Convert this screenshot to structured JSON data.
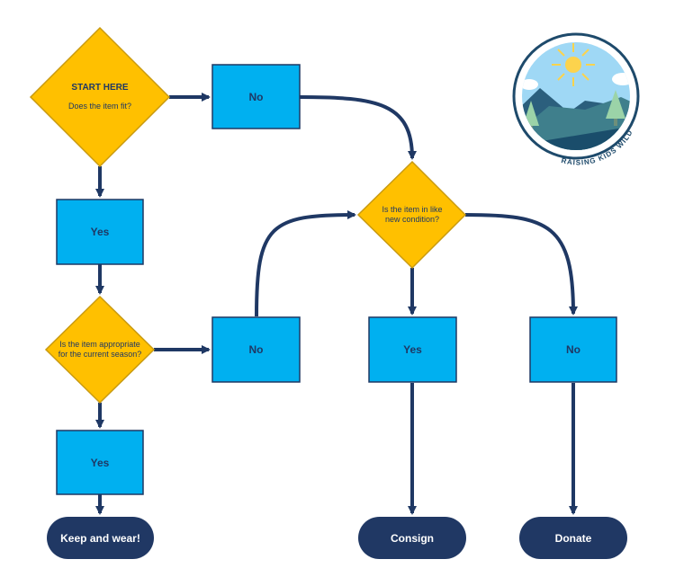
{
  "colors": {
    "decision": "#ffc000",
    "decision_stroke": "#c99a10",
    "process": "#00b0f0",
    "process_stroke": "#1f3864",
    "terminal": "#203864",
    "arrow": "#1f3864",
    "text": "#1f3864"
  },
  "flowchart": {
    "start": {
      "title": "START HERE",
      "question": "Does the item fit?"
    },
    "fit_no": "No",
    "fit_yes": "Yes",
    "season_question": "Is the item appropriate for the current season?",
    "season_no": "No",
    "season_yes": "Yes",
    "condition_question": "Is the item in like new condition?",
    "condition_yes": "Yes",
    "condition_no": "No",
    "keep": "Keep and wear!",
    "consign": "Consign",
    "donate": "Donate"
  },
  "logo": {
    "text": "RAISING KIDS WILD"
  }
}
